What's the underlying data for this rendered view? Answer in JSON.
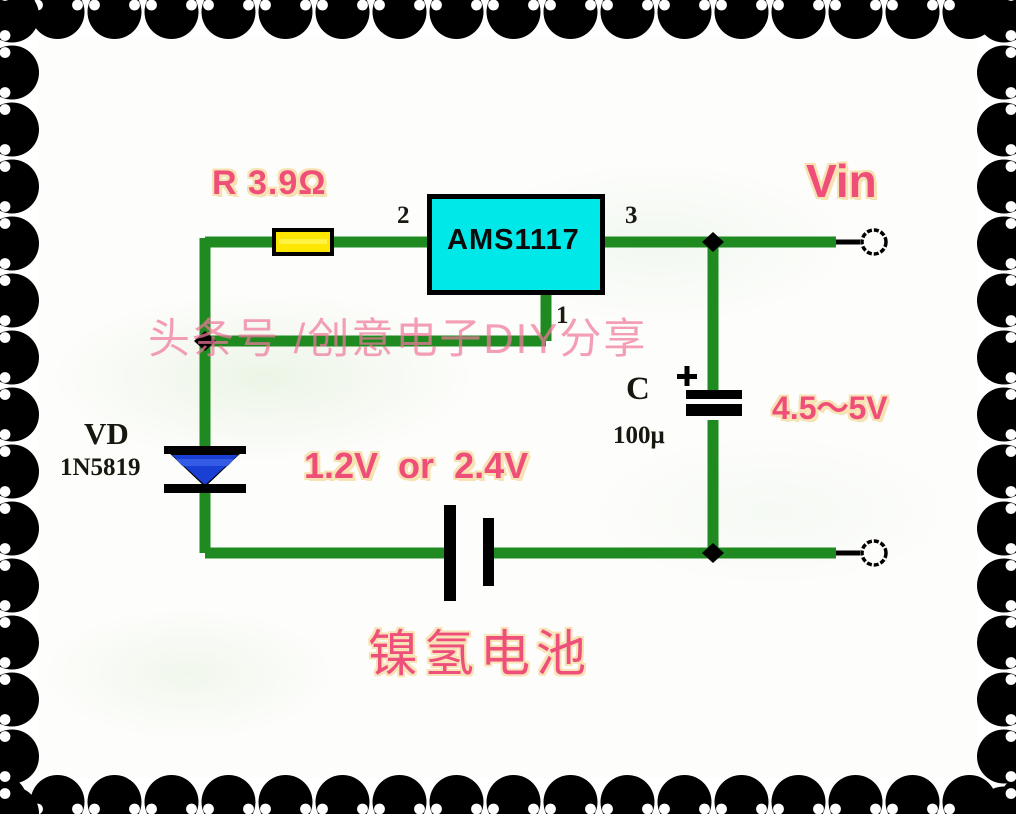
{
  "figure": {
    "kind": "electronic-schematic",
    "subject": "AMS1117 boost/regulator circuit powered by Ni-MH battery",
    "background_color": "#fdfdfb",
    "wire_color": "#1f8a20",
    "accent_pink": "#ef4e79",
    "accent_cream": "#f7e2b4",
    "ic_fill": "#00e8e8",
    "resistor_fill": "#ffe600",
    "diode_fill": "#1a3fd4"
  },
  "border": {
    "name": "scalloped-lace-frame",
    "color": "#000000",
    "dot_color": "#ffffff",
    "scallop_pitch": 57,
    "thickness": 40
  },
  "watermark": {
    "text": "头条号 /创意电子DIY分享",
    "color": "#f0789b"
  },
  "caption": {
    "text": "镍氢电池"
  },
  "components": {
    "resistor": {
      "designator": "R 3.9Ω",
      "body_color": "#ffe600"
    },
    "ic": {
      "label": "AMS1117",
      "fill": "#00e8e8",
      "pins": {
        "pin1": "1",
        "pin2": "2",
        "pin3": "3"
      }
    },
    "diode": {
      "designator": "VD",
      "part_number": "1N5819",
      "fill": "#1a3fd4"
    },
    "capacitor": {
      "designator": "C",
      "value": "100μ",
      "polarity": "+"
    },
    "battery": {
      "voltage_label": "1.2V  or  2.4V"
    }
  },
  "annotations": {
    "vin": "Vin",
    "output_voltage": "4.5〜5V",
    "battery_voltage": "1.2V  or  2.4V",
    "resistor_value": "R 3.9Ω"
  },
  "chart_data": {
    "type": "diagram",
    "title": "AMS1117 regulator circuit",
    "nodes": [
      {
        "id": "battery",
        "label": "镍氢电池 1.2V or 2.4V"
      },
      {
        "id": "diode",
        "label": "VD 1N5819"
      },
      {
        "id": "resistor",
        "label": "R 3.9Ω"
      },
      {
        "id": "ic",
        "label": "AMS1117"
      },
      {
        "id": "capacitor",
        "label": "C 100μ"
      },
      {
        "id": "output",
        "label": "Vin 4.5〜5V"
      }
    ],
    "edges": [
      {
        "from": "battery",
        "to": "diode"
      },
      {
        "from": "diode",
        "to": "resistor"
      },
      {
        "from": "resistor",
        "to": "ic",
        "port": "2"
      },
      {
        "from": "ic",
        "port": "3",
        "to": "output"
      },
      {
        "from": "ic",
        "port": "1",
        "to": "battery"
      },
      {
        "from": "capacitor",
        "to": "output"
      }
    ]
  }
}
